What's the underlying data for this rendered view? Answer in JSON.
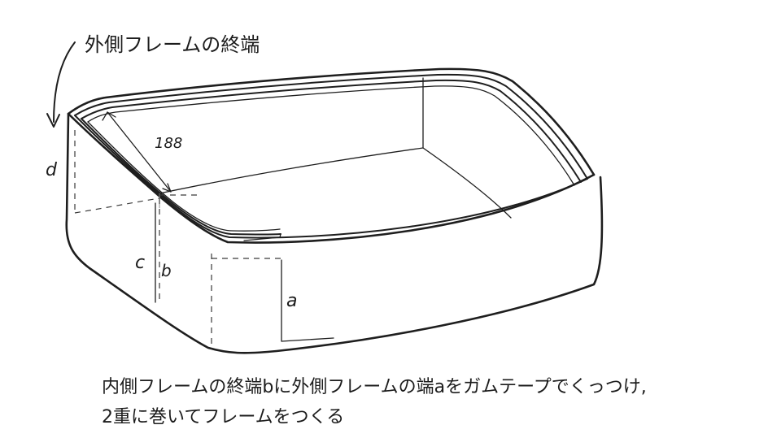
{
  "labels": {
    "outer_frame_end": "外側フレームの終端",
    "dimension": "188",
    "edge_a": "a",
    "edge_b": "b",
    "edge_c": "c",
    "edge_d": "d"
  },
  "caption": {
    "line1": "内側フレームの終端bに外側フレームの端aをガムテープでくっつけ,",
    "line2": "2重に巻いてフレームをつくる"
  }
}
